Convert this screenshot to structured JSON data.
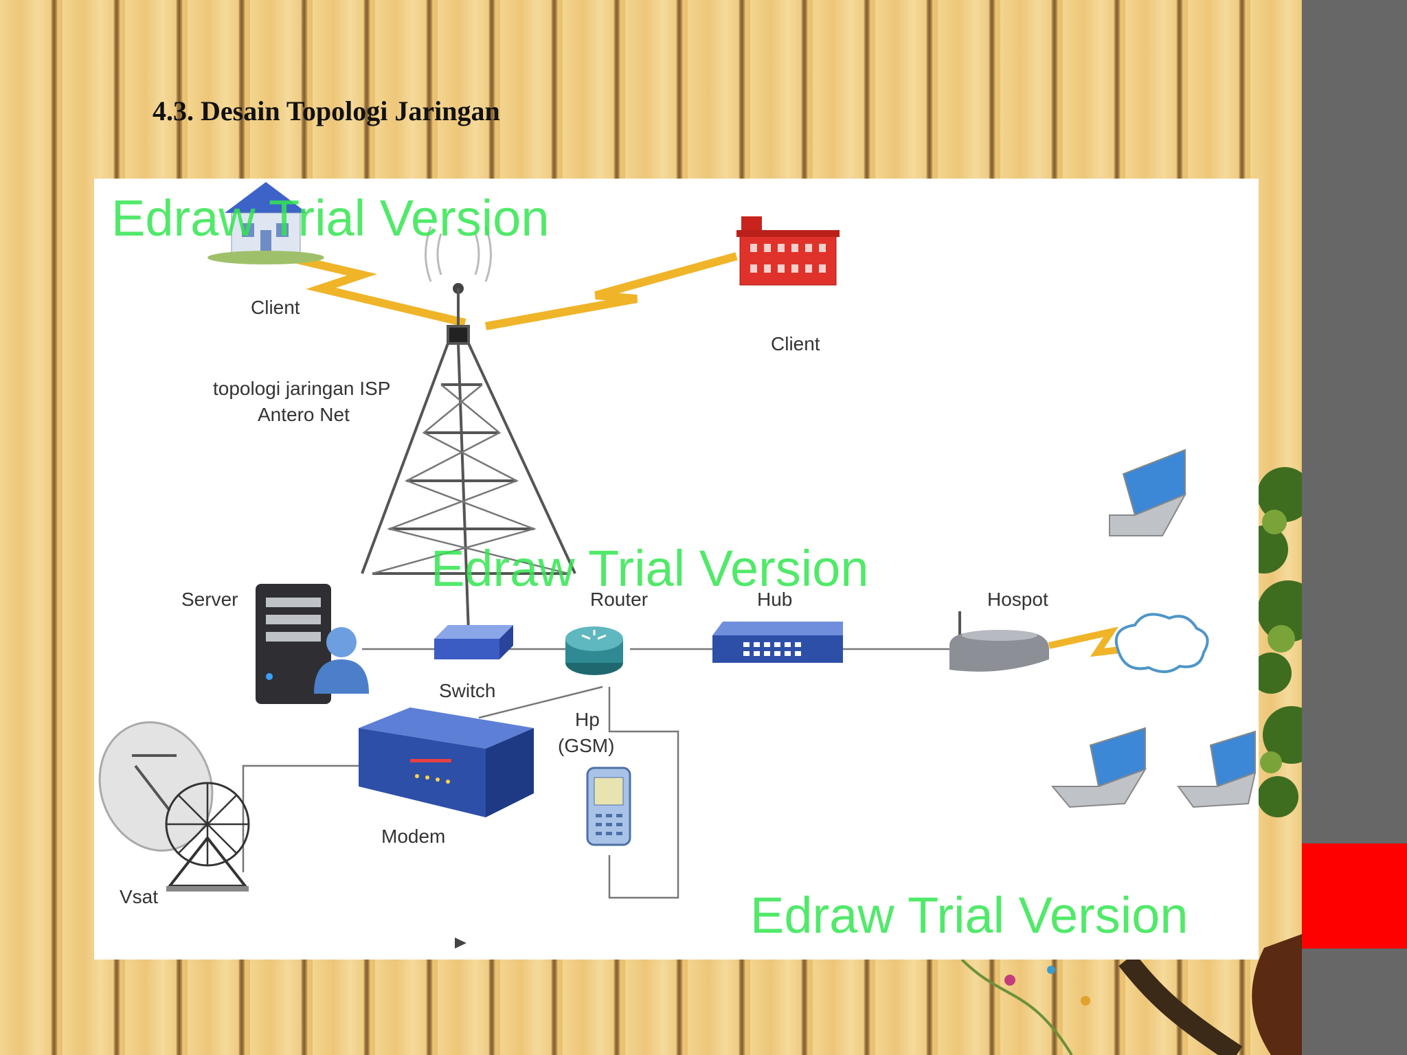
{
  "slide": {
    "title": "4.3. Desain Topologi Jaringan"
  },
  "diagram": {
    "watermarks": [
      "Edraw Trial Version",
      "Edraw Trial Version",
      "Edraw Trial Version"
    ],
    "labels": {
      "client_left": "Client",
      "client_right": "Client",
      "isp_line1": "topologi jaringan ISP",
      "isp_line2": "Antero Net",
      "server": "Server",
      "router": "Router",
      "hub": "Hub",
      "hotspot": "Hospot",
      "switch": "Switch",
      "hp_line1": "Hp",
      "hp_line2": "(GSM)",
      "modem": "Modem",
      "vsat": "Vsat"
    },
    "devices": [
      "house-icon",
      "office-building-icon",
      "radio-tower-icon",
      "server-icon",
      "user-icon",
      "switch-icon",
      "router-icon",
      "hub-icon",
      "wireless-router-icon",
      "cloud-icon",
      "modem-icon",
      "mobile-phone-icon",
      "satellite-dish-icon",
      "laptop-icon"
    ],
    "colors": {
      "watermark": "#33e651",
      "lightning": "#f0b429",
      "device_blue": "#2d4fa8",
      "side_bar": "#676767",
      "accent": "#fe0000"
    }
  }
}
